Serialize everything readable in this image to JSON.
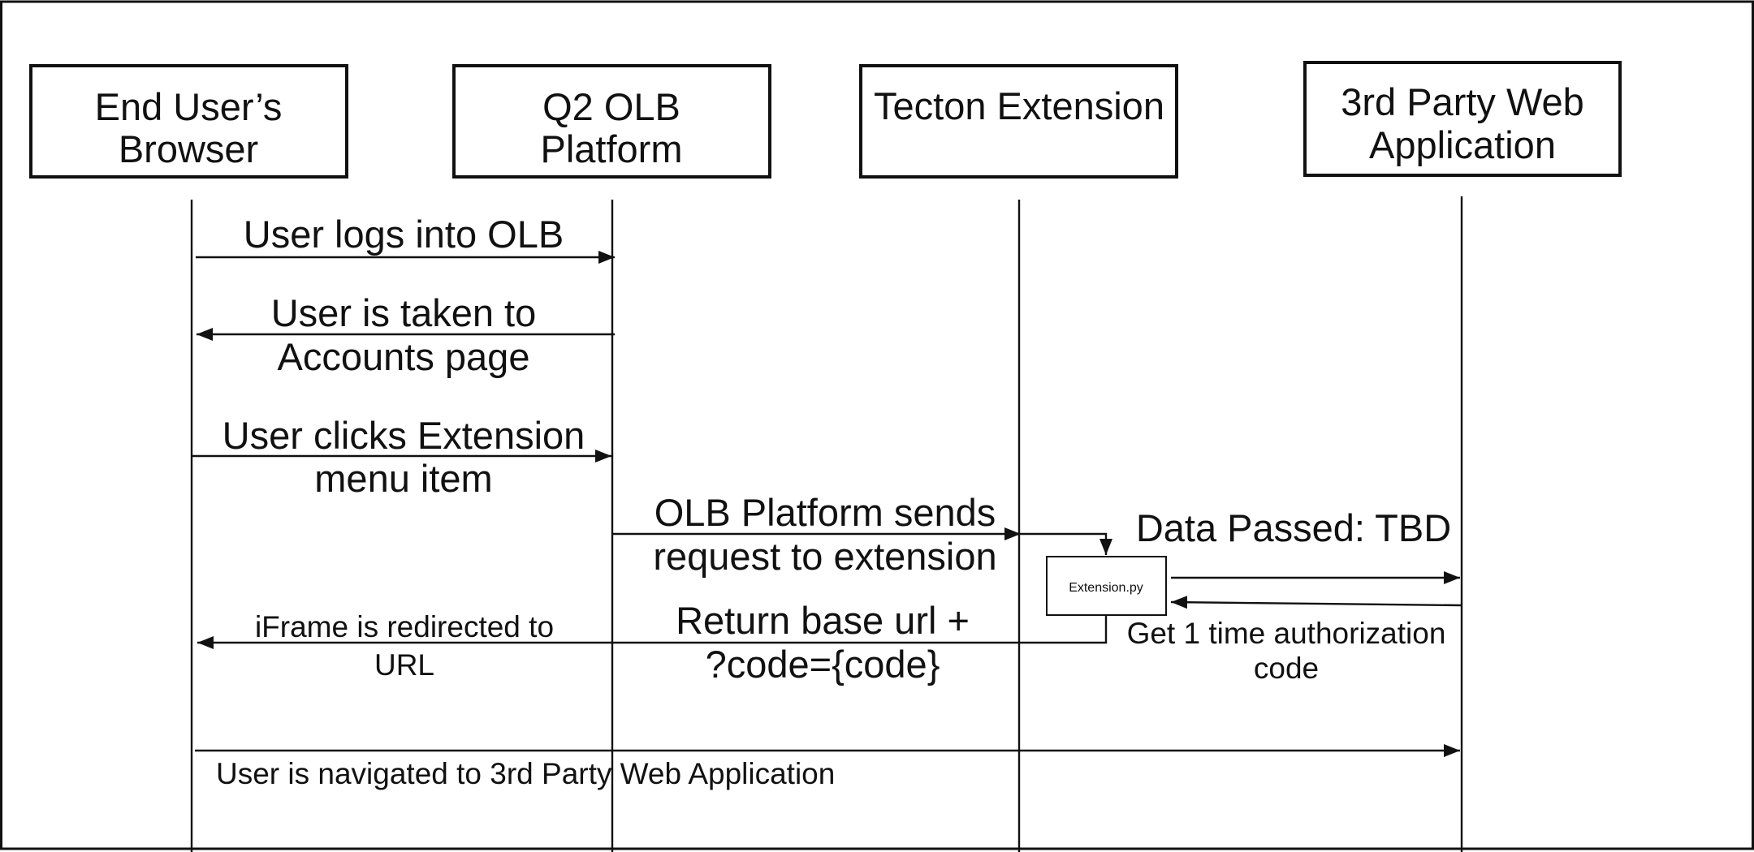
{
  "participants": [
    {
      "line1": "End User’s",
      "line2": "Browser"
    },
    {
      "line1": "Q2 OLB",
      "line2": "Platform"
    },
    {
      "line1": "Tecton Extension",
      "line2": ""
    },
    {
      "line1": "3rd Party Web",
      "line2": "Application"
    }
  ],
  "messages": [
    {
      "lines": [
        "User logs into OLB"
      ],
      "direction": "right"
    },
    {
      "lines": [
        "User is taken to",
        "Accounts page"
      ],
      "direction": "left"
    },
    {
      "lines": [
        "User clicks Extension",
        "menu item"
      ],
      "direction": "right"
    },
    {
      "lines": [
        "OLB Platform sends",
        "request to extension"
      ],
      "direction": "right"
    },
    {
      "lines": [
        "Data Passed: TBD"
      ],
      "direction": "right"
    },
    {
      "lines": [
        "Get 1 time authorization",
        "code"
      ],
      "direction": "left"
    },
    {
      "lines": [
        "iFrame is redirected to",
        "URL"
      ],
      "direction": "left"
    },
    {
      "lines": [
        "Return base url +",
        "?code={code}"
      ],
      "direction": "left"
    },
    {
      "lines": [
        "User is navigated to 3rd Party Web Application"
      ],
      "direction": "right"
    }
  ],
  "process_box": {
    "label": "Extension.py"
  }
}
